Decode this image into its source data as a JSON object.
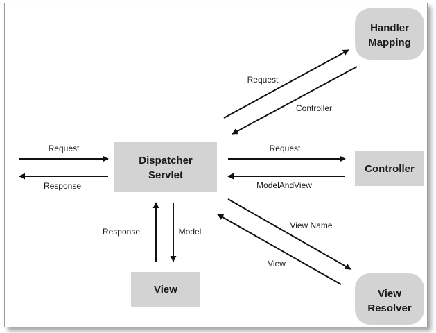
{
  "colors": {
    "box_fill": "#d3d3d3",
    "arrow": "#111111",
    "text": "#1a1a1a"
  },
  "nodes": {
    "dispatcher": {
      "line1": "Dispatcher",
      "line2": "Servlet"
    },
    "handler_mapping": {
      "line1": "Handler",
      "line2": "Mapping"
    },
    "controller": {
      "label": "Controller"
    },
    "view": {
      "label": "View"
    },
    "view_resolver": {
      "line1": "View",
      "line2": "Resolver"
    }
  },
  "edges": {
    "client_request": "Request",
    "client_response": "Response",
    "handler_request": "Request",
    "handler_controller": "Controller",
    "controller_request": "Request",
    "controller_modelandview": "ModelAndView",
    "resolver_viewname": "View Name",
    "resolver_view": "View",
    "view_response": "Response",
    "view_model": "Model"
  }
}
